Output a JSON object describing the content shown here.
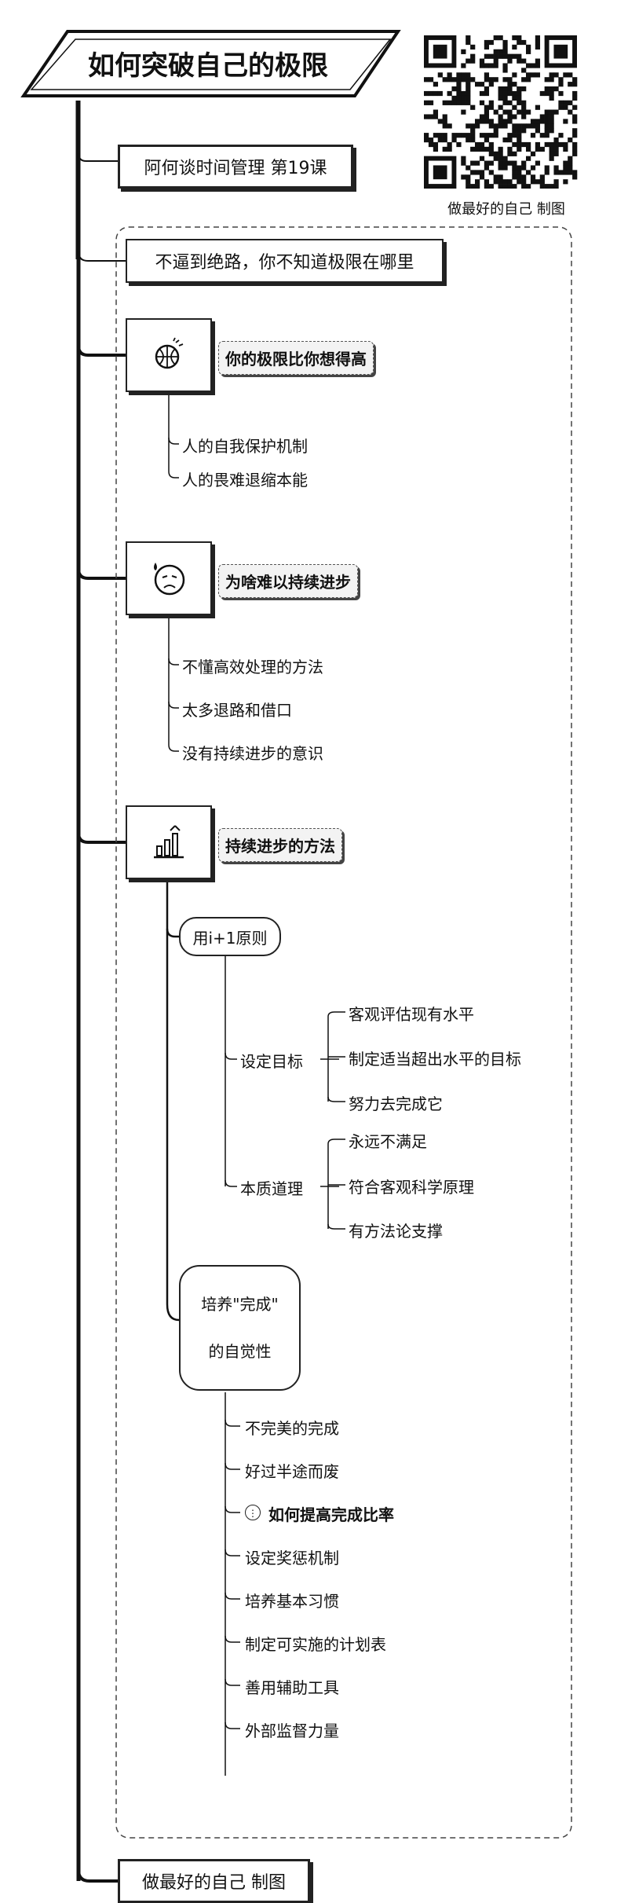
{
  "title": "如何突破自己的极限",
  "subtitle": "阿何谈时间管理  第19课",
  "qr_caption": "做最好的自己 制图",
  "footer": "做最好的自己 制图",
  "intro": "不逼到绝路，你不知道极限在哪里",
  "sections": [
    {
      "icon": "basketball-icon",
      "heading": "你的极限比你想得高",
      "items": [
        "人的自我保护机制",
        "人的畏难退缩本能"
      ]
    },
    {
      "icon": "sad-face-icon",
      "heading": "为啥难以持续进步",
      "items": [
        "不懂高效处理的方法",
        "太多退路和借口",
        "没有持续进步的意识"
      ]
    },
    {
      "icon": "growth-chart-icon",
      "heading": "持续进步的方法",
      "method1": {
        "label": "用i+1原则",
        "groups": [
          {
            "label": "设定目标",
            "items": [
              "客观评估现有水平",
              "制定适当超出水平的目标",
              "努力去完成它"
            ]
          },
          {
            "label": "本质道理",
            "items": [
              "永远不满足",
              "符合客观科学原理",
              "有方法论支撑"
            ]
          }
        ]
      },
      "method2": {
        "label_line1": "培养\"完成\"",
        "label_line2": "的自觉性",
        "items": [
          "不完美的完成",
          "好过半途而废",
          "如何提高完成比率",
          "设定奖惩机制",
          "培养基本习惯",
          "制定可实施的计划表",
          "善用辅助工具",
          "外部监督力量"
        ]
      }
    }
  ]
}
